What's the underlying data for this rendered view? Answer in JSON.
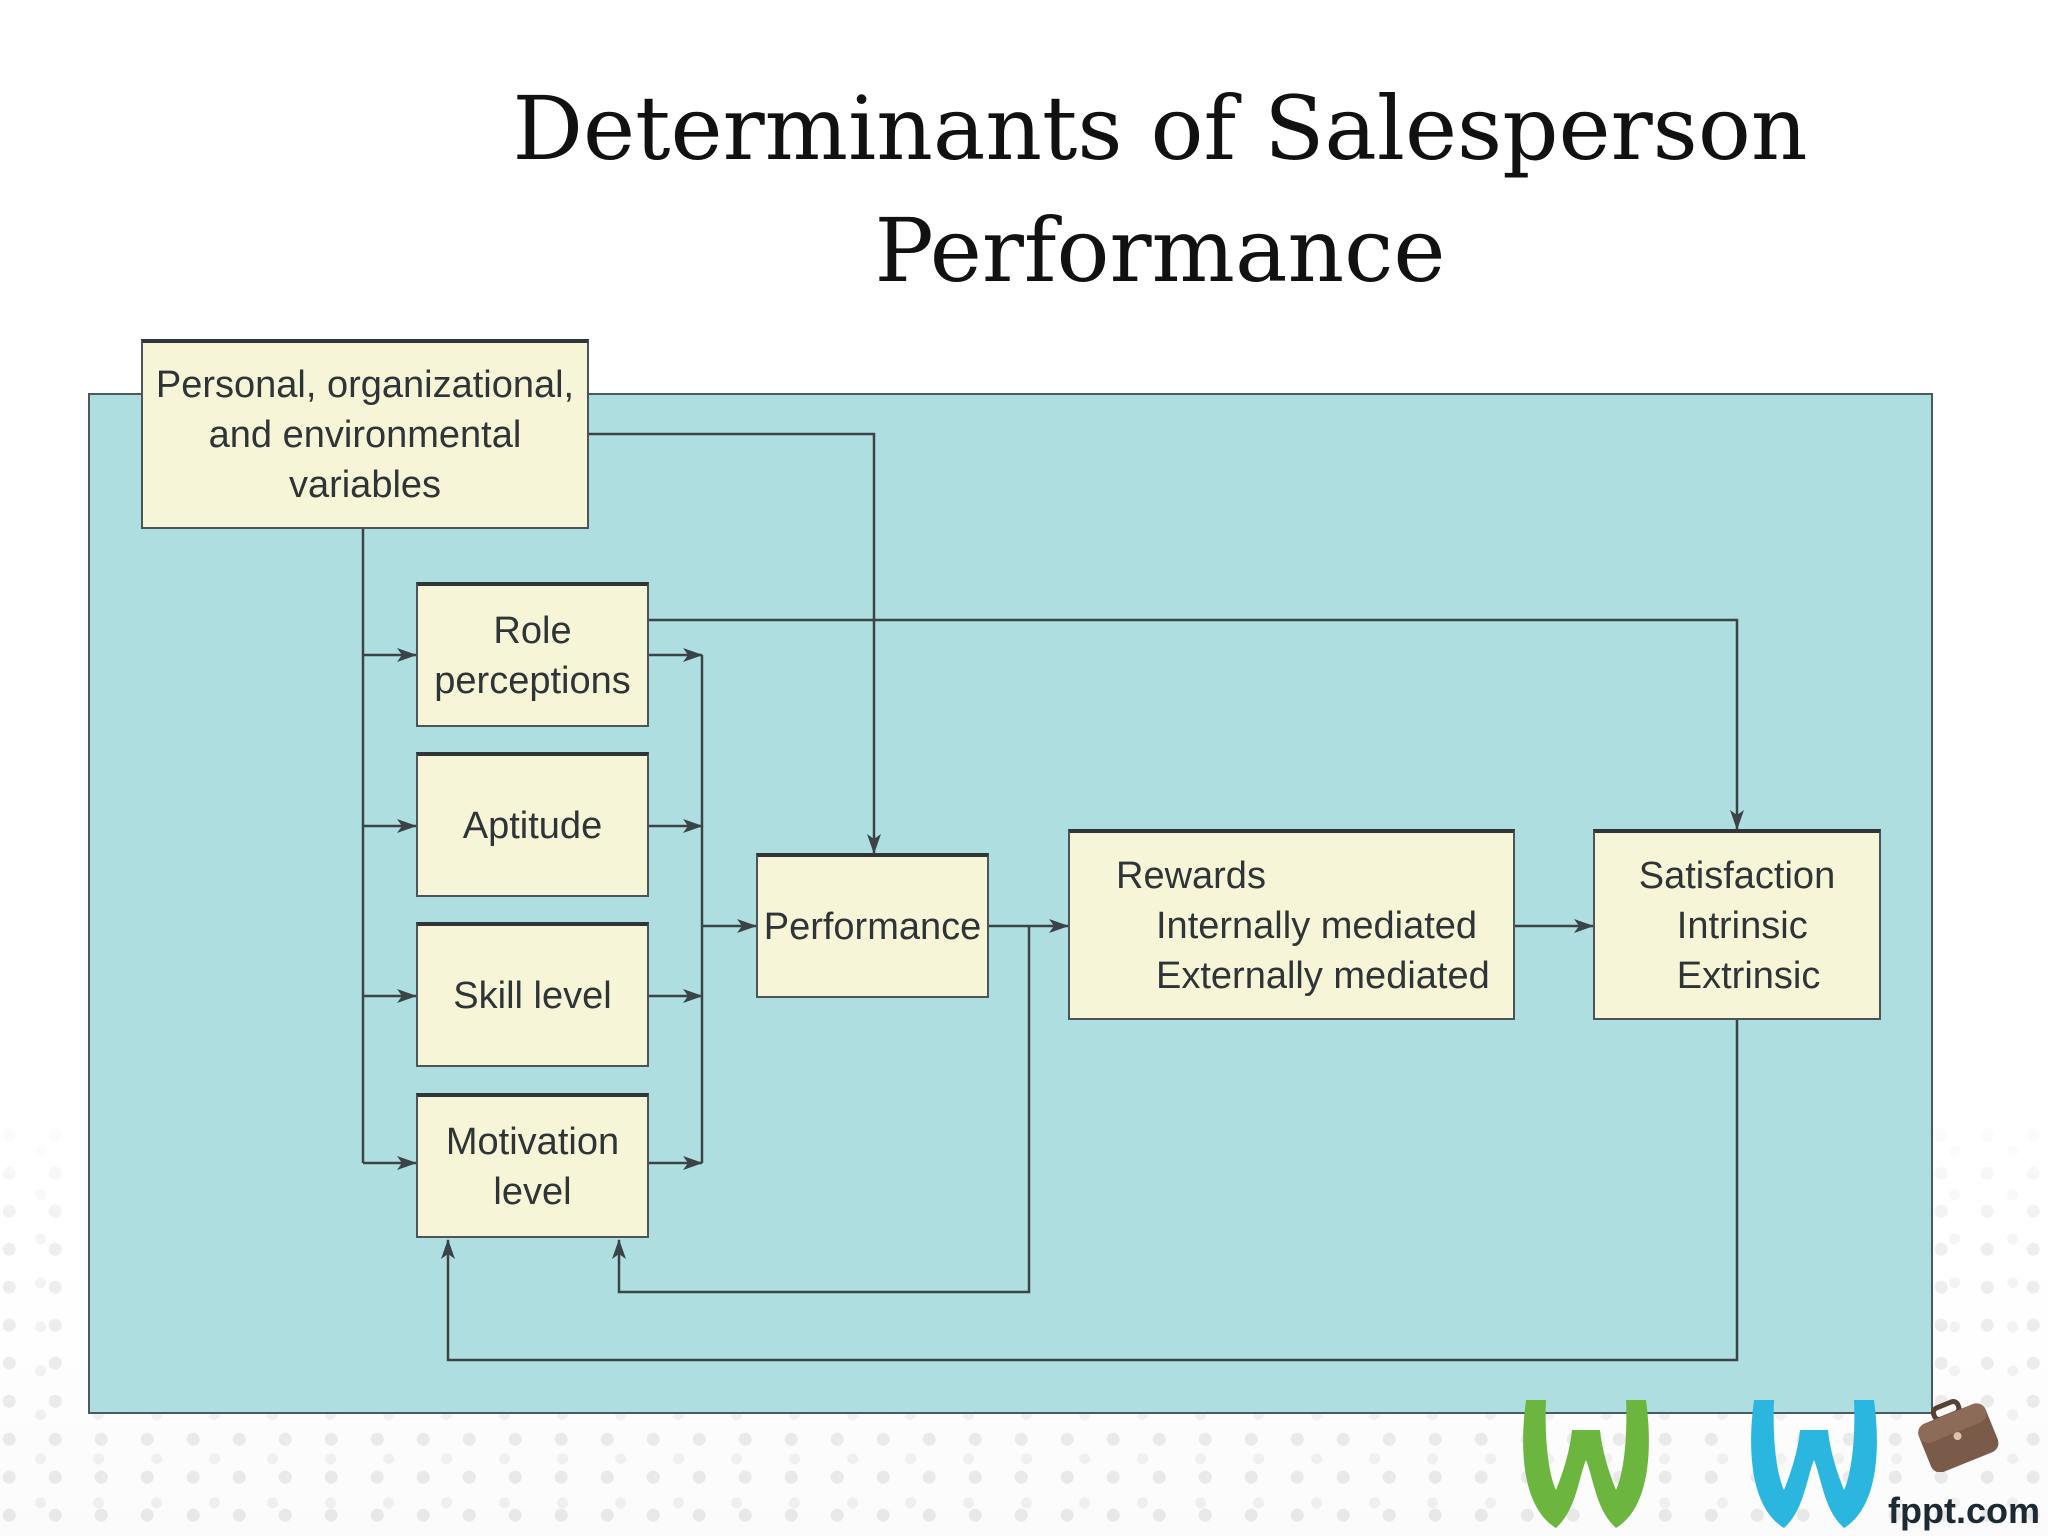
{
  "slide": {
    "title": "Determinants of Salesperson\nPerformance",
    "brand": "fppt.com"
  },
  "diagram": {
    "variables_box": [
      "Personal, organizational,",
      "and environmental",
      "variables"
    ],
    "role_box": [
      "Role",
      "perceptions"
    ],
    "aptitude_box": "Aptitude",
    "skill_box": "Skill level",
    "motivation_box": [
      "Motivation",
      "level"
    ],
    "performance_box": "Performance",
    "rewards_box": [
      "Rewards",
      "Internally mediated",
      "Externally mediated"
    ],
    "satisfaction_box": [
      "Satisfaction",
      "Intrinsic",
      "Extrinsic"
    ]
  },
  "colors": {
    "panel": "#afdee1",
    "box_fill": "#f6f5d8",
    "line": "#3a4447"
  },
  "icons": [
    "briefcase-icon",
    "green-arch-logo",
    "blue-arch-logo"
  ]
}
